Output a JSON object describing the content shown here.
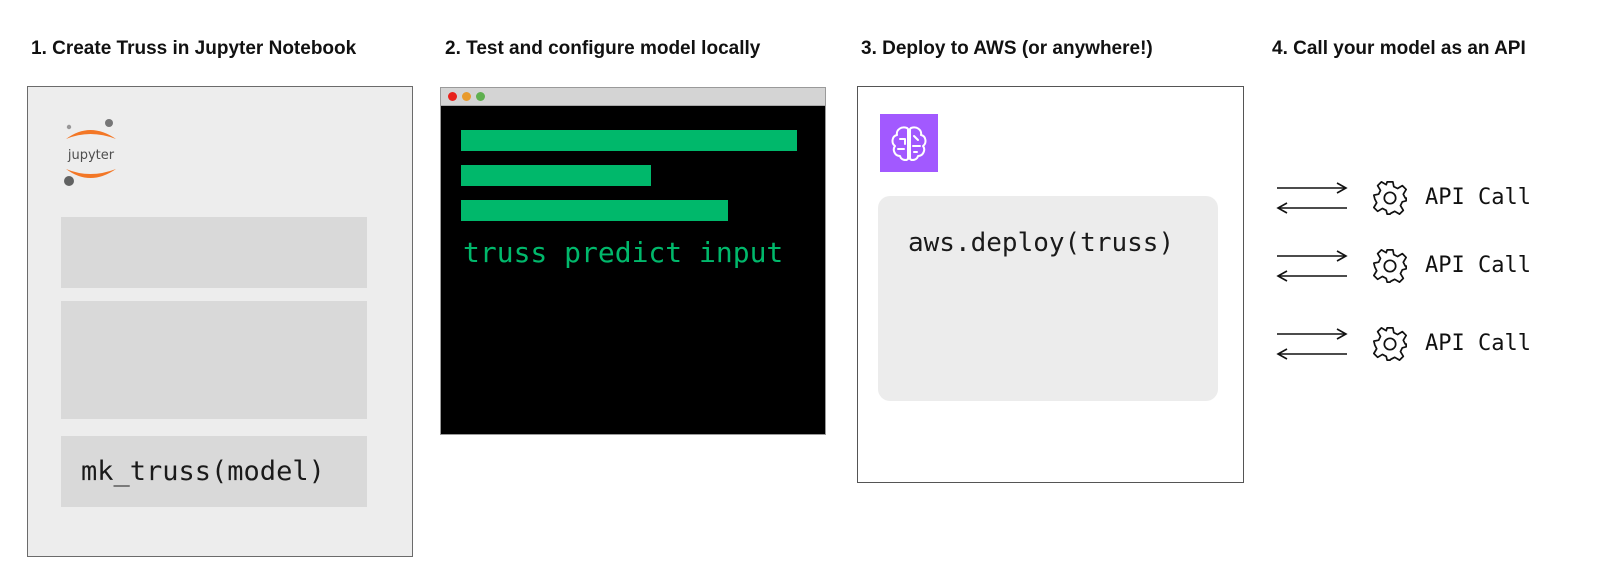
{
  "steps": [
    {
      "title": "1. Create Truss in Jupyter Notebook"
    },
    {
      "title": "2. Test and configure model locally"
    },
    {
      "title": "3. Deploy to AWS (or anywhere!)"
    },
    {
      "title": "4. Call your model as an API"
    }
  ],
  "notebook": {
    "logo_text": "jupyter",
    "logo_icon": "jupyter-logo",
    "code_cell": "mk_truss(model)"
  },
  "terminal": {
    "window_dots": [
      "#e8221c",
      "#e89a2b",
      "#5fb04f"
    ],
    "command": "truss predict input",
    "accent_color": "#00b86b"
  },
  "deploy": {
    "service_icon": "aws-sagemaker-brain-icon",
    "icon_color": "#a259ff",
    "code": "aws.deploy(truss)"
  },
  "api": {
    "calls": [
      {
        "label": "API Call"
      },
      {
        "label": "API Call"
      },
      {
        "label": "API Call"
      }
    ],
    "icon": "gear-icon"
  }
}
